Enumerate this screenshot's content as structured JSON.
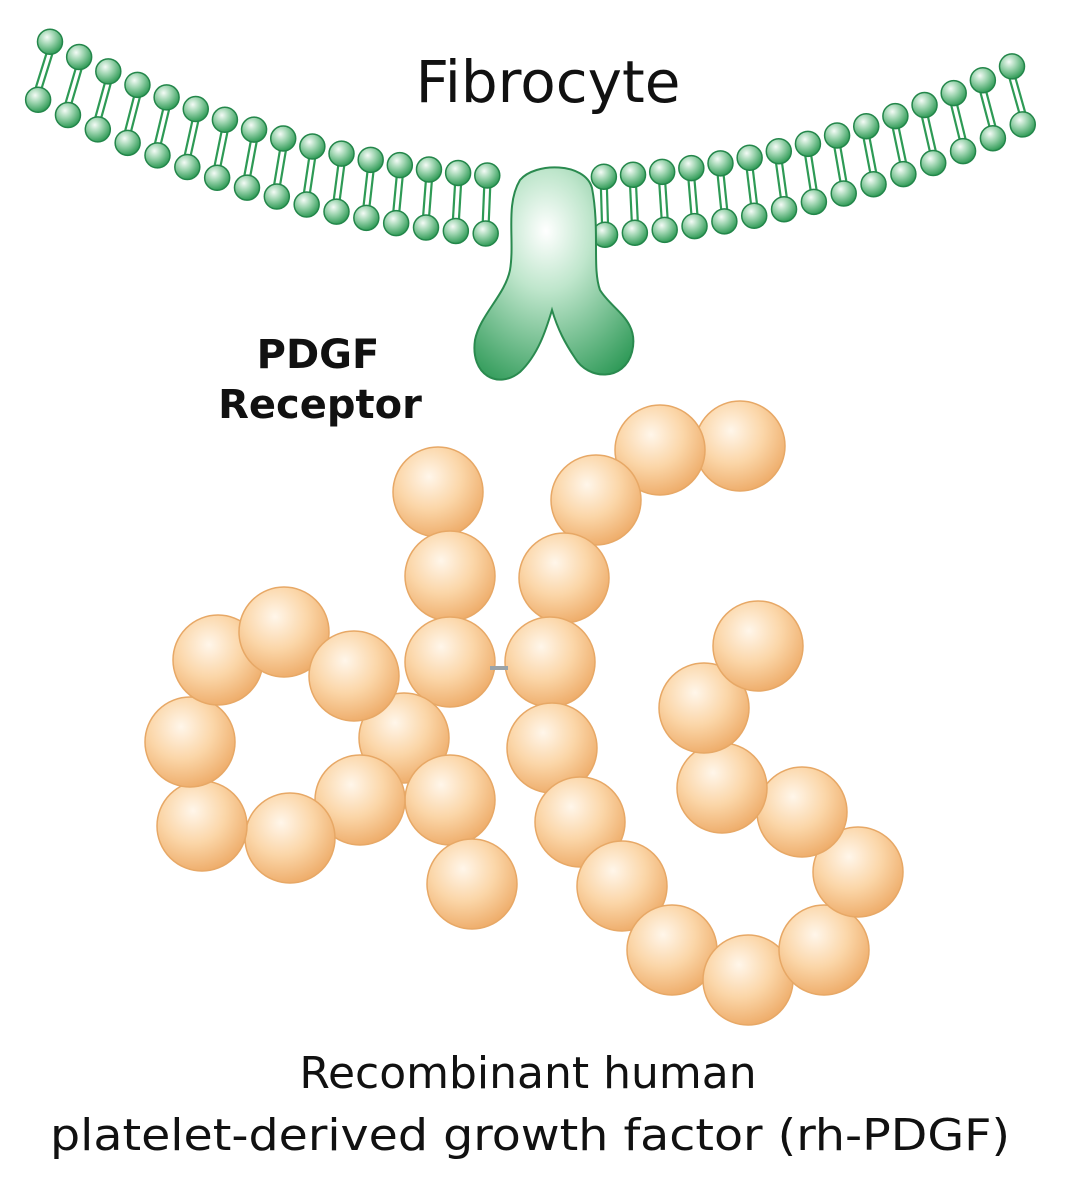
{
  "diagram": {
    "title": "Fibrocyte",
    "receptor_label_line1": "PDGF",
    "receptor_label_line2": "Receptor",
    "caption_line1": "Recombinant human",
    "caption_line2": "platelet-derived growth factor (rh-PDGF)"
  },
  "colors": {
    "membrane_green": "#2e9a55",
    "membrane_highlight": "#e8f6ec",
    "receptor_green": "#3fae6a",
    "protein_orange": "#f2b877",
    "protein_highlight": "#fff1e0",
    "text": "#111111"
  }
}
